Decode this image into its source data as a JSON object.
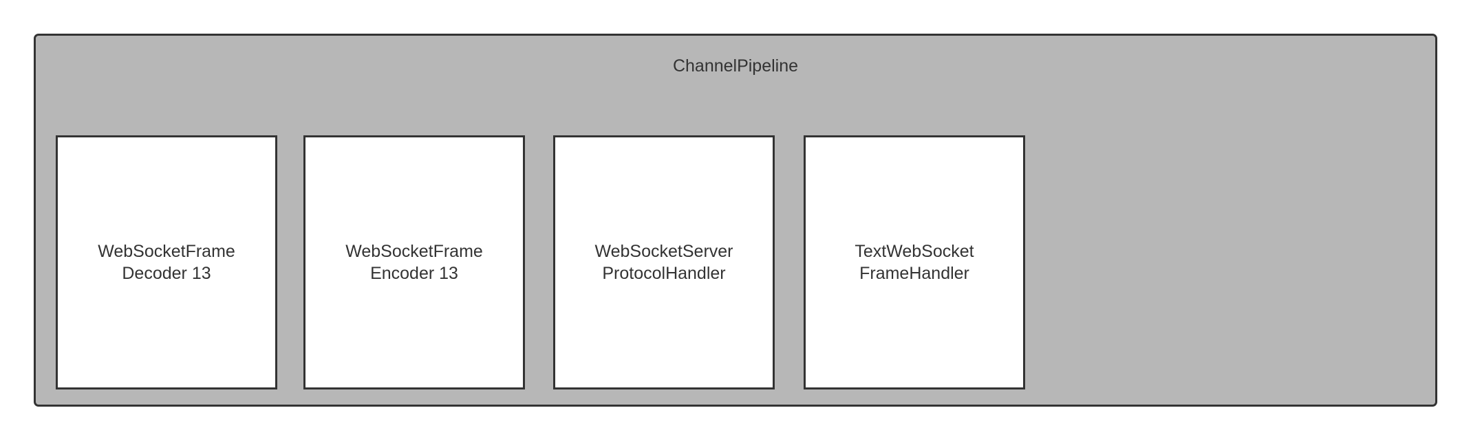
{
  "diagram": {
    "container": {
      "title": "ChannelPipeline"
    },
    "handlers": [
      {
        "line1": "WebSocketFrame",
        "line2": "Decoder 13"
      },
      {
        "line1": "WebSocketFrame",
        "line2": "Encoder 13"
      },
      {
        "line1": "WebSocketServer",
        "line2": "ProtocolHandler"
      },
      {
        "line1": "TextWebSocket",
        "line2": "FrameHandler"
      }
    ]
  },
  "colors": {
    "container_fill": "#b7b7b7",
    "border": "#333333",
    "handler_fill": "#ffffff",
    "text": "#333333"
  }
}
